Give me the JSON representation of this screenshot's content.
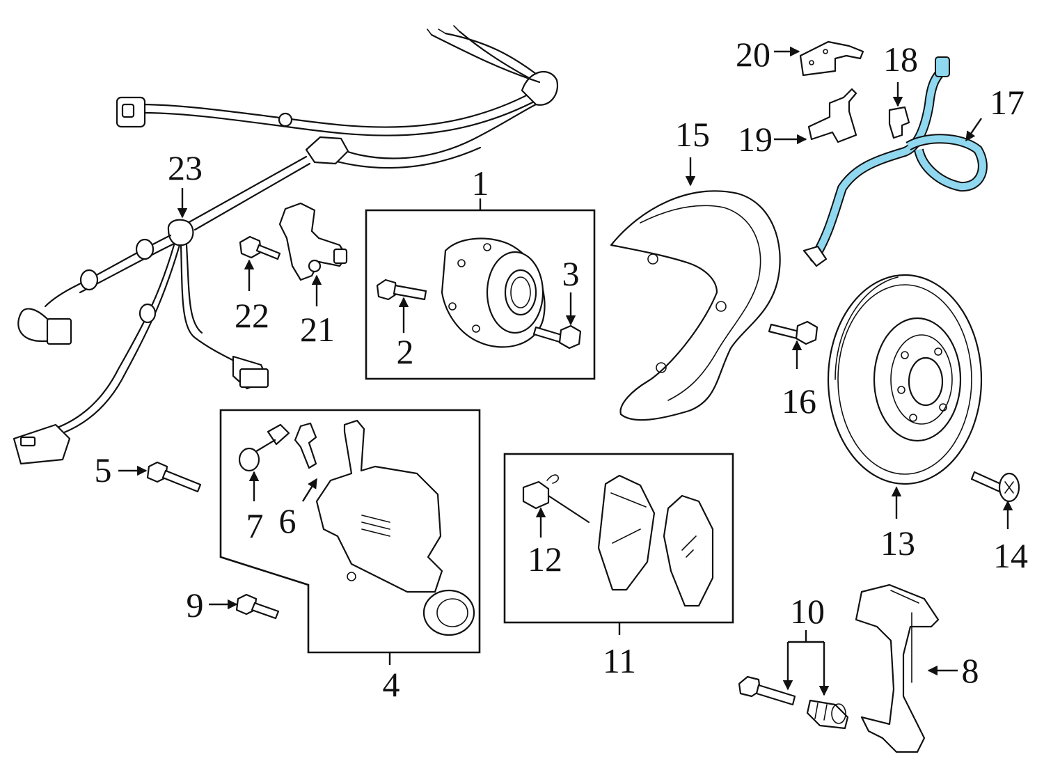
{
  "highlight_color": "#8fd8ef",
  "line_color": "#111111",
  "callouts": {
    "c1": "1",
    "c2": "2",
    "c3": "3",
    "c4": "4",
    "c5": "5",
    "c6": "6",
    "c7": "7",
    "c8": "8",
    "c9": "9",
    "c10": "10",
    "c11": "11",
    "c12": "12",
    "c13": "13",
    "c14": "14",
    "c15": "15",
    "c16": "16",
    "c17": "17",
    "c18": "18",
    "c19": "19",
    "c20": "20",
    "c21": "21",
    "c22": "22",
    "c23": "23"
  }
}
